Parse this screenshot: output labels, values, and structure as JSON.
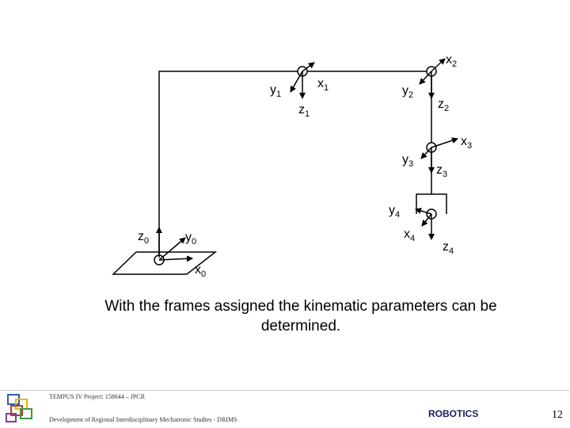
{
  "diagram": {
    "frames": [
      {
        "id": "0",
        "labels": {
          "z": "z0",
          "y": "y0",
          "x": "x0"
        }
      },
      {
        "id": "1",
        "labels": {
          "y": "y1",
          "x": "x1",
          "z": "z1"
        }
      },
      {
        "id": "2",
        "labels": {
          "x": "x2",
          "y": "y2",
          "z": "z2"
        }
      },
      {
        "id": "3",
        "labels": {
          "x": "x3",
          "y": "y3",
          "z": "z3"
        }
      },
      {
        "id": "4",
        "labels": {
          "y": "y4",
          "x": "x4",
          "z": "z4"
        }
      }
    ]
  },
  "caption": {
    "line1": "With the frames assigned the kinematic parameters can be",
    "line2": "determined."
  },
  "footer": {
    "project": "TEMPUS IV Project: 158644 – JPCR",
    "program": "Development of Regional Interdisciplinary Mechatronic Studies - DRIMS",
    "title": "ROBOTICS",
    "page": "12"
  },
  "colors": {
    "footer_title": "#1b1b6b",
    "logo_red": "#c0392b",
    "logo_yellow": "#e6b800",
    "logo_blue": "#2e5fa8",
    "logo_green": "#3a9a44",
    "logo_purple": "#7a3f98"
  }
}
